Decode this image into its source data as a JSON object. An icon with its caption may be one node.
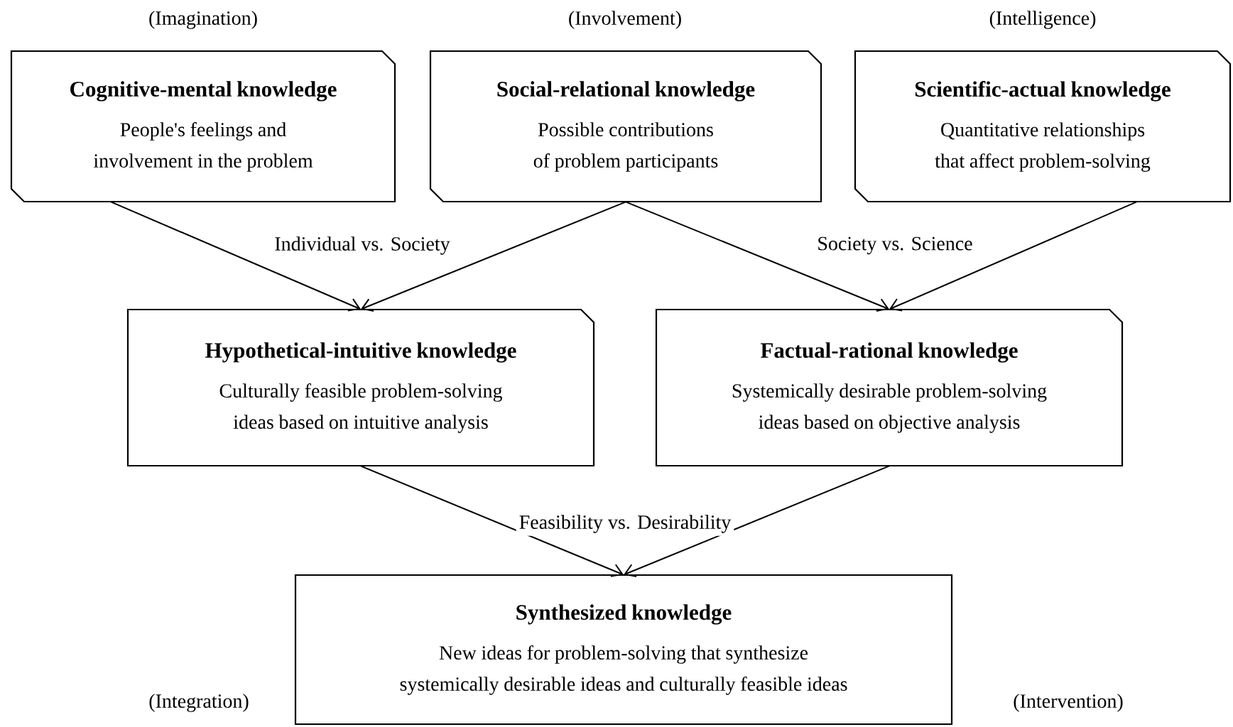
{
  "diagram": {
    "nodes": [
      {
        "text": [
          "Cognitive-mental knowledge",
          "People's feelings and involvement in the problem"
        ],
        "beside": [
          "(Imagination)"
        ]
      },
      {
        "text": [
          "Social-relational knowledge",
          "Possible contributions of problem participants"
        ],
        "beside": [
          "(Involvement)"
        ]
      },
      {
        "text": [
          "Scientific-actual knowledge",
          "Quantitative relationships that affect problem-solving"
        ],
        "beside": [
          "(Intelligence)"
        ]
      },
      {
        "text": [
          "Hypothetical-intuitive knowledge",
          "Culturally feasible problem-solving ideas based on intuitive analysis"
        ]
      },
      {
        "text": [
          "Factual-rational knowledge",
          "Systemically desirable problem-solving ideas based on objective analysis"
        ]
      },
      {
        "text": [
          "Synthesized knowledge",
          "New ideas for problem-solving that synthesize systemically desirable ideas and culturally feasible ideas"
        ],
        "beside": [
          "(Integration)",
          "(Intervention)"
        ]
      }
    ],
    "edges": [
      {
        "from": 0,
        "to": 3,
        "arrow": "to",
        "label": "Individual vs. Society"
      },
      {
        "from": 1,
        "to": 3,
        "arrow": "to"
      },
      {
        "from": 1,
        "to": 4,
        "arrow": "to",
        "label": "Society vs. Science"
      },
      {
        "from": 2,
        "to": 4,
        "arrow": "to"
      },
      {
        "from": 3,
        "to": 5,
        "arrow": "to",
        "label": "Feasibility vs. Desirability"
      },
      {
        "from": 4,
        "to": 5,
        "arrow": "to"
      }
    ]
  }
}
